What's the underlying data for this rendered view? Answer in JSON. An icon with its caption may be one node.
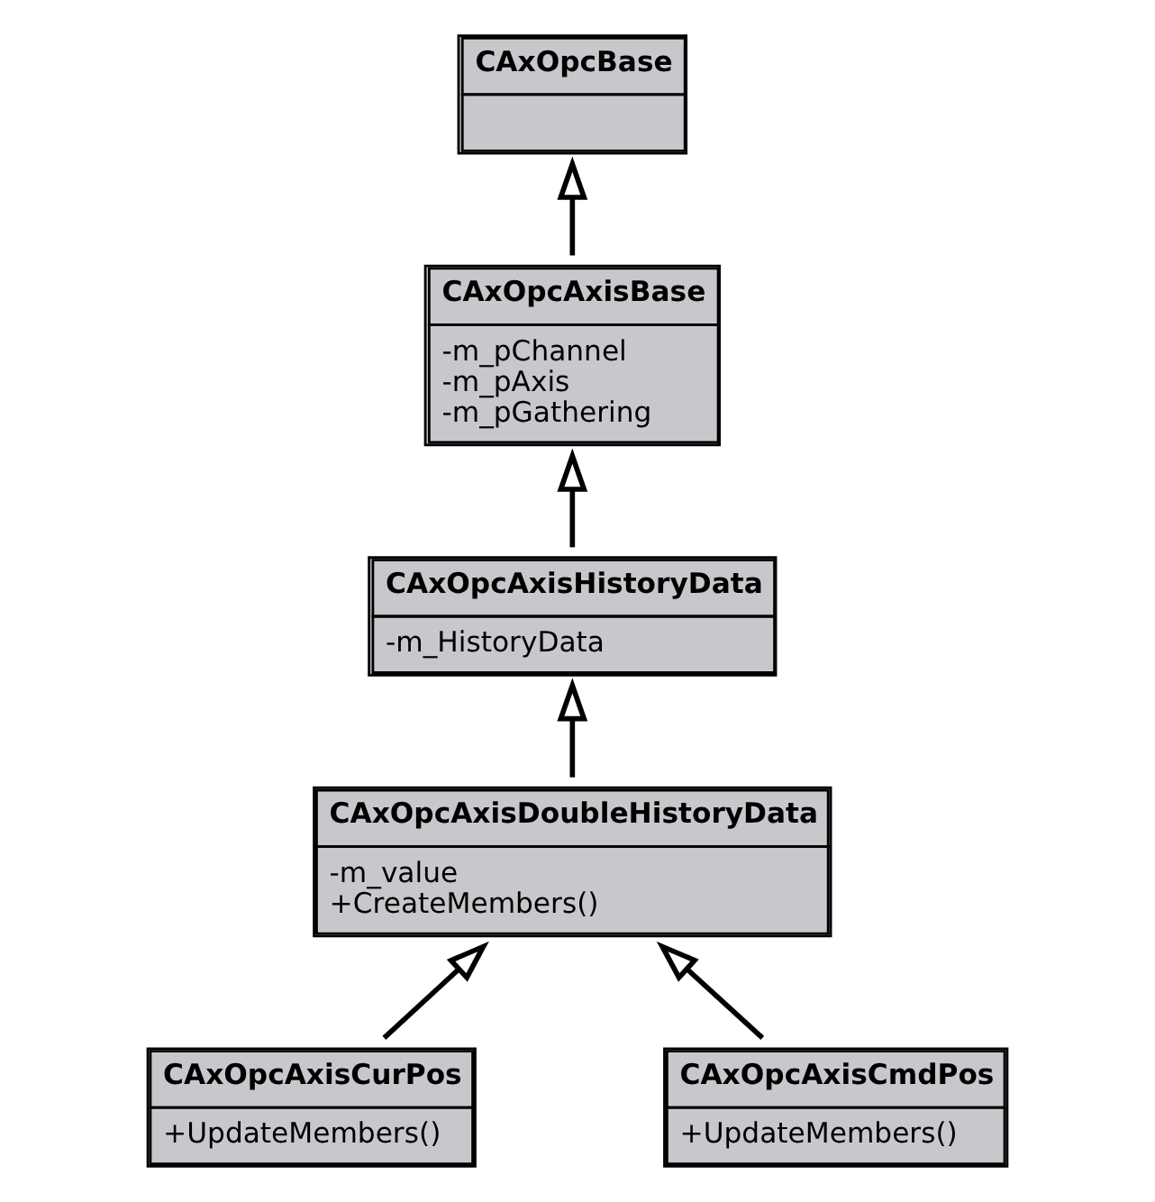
{
  "diagram": {
    "nodes": [
      {
        "text": [
          "CAxOpcBase"
        ]
      },
      {
        "text": [
          "CAxOpcAxisBase",
          "-m_pChannel",
          "-m_pAxis",
          "-m_pGathering"
        ]
      },
      {
        "text": [
          "CAxOpcAxisHistoryData",
          "-m_HistoryData"
        ]
      },
      {
        "text": [
          "CAxOpcAxisDoubleHistoryData",
          "-m_value",
          "+CreateMembers()"
        ]
      },
      {
        "text": [
          "CAxOpcAxisCurPos",
          "+UpdateMembers()"
        ]
      },
      {
        "text": [
          "CAxOpcAxisCmdPos",
          "+UpdateMembers()"
        ]
      }
    ],
    "edges": [
      {
        "from": 1,
        "to": 0,
        "arrow": "to"
      },
      {
        "from": 2,
        "to": 1,
        "arrow": "to"
      },
      {
        "from": 3,
        "to": 2,
        "arrow": "to"
      },
      {
        "from": 4,
        "to": 3,
        "arrow": "to"
      },
      {
        "from": 5,
        "to": 3,
        "arrow": "to"
      }
    ]
  }
}
